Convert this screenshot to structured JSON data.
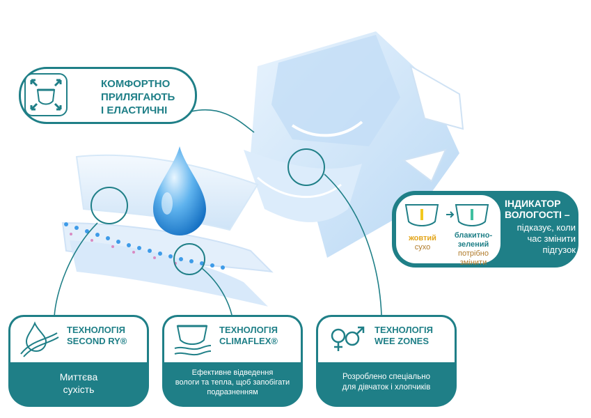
{
  "features": {
    "comfort": {
      "title": [
        "КОМФОРТНО",
        "ПРИЛЯГАЮТЬ",
        "І ЕЛАСТИЧНІ"
      ],
      "icon": "diaper-arrows-icon"
    },
    "indicator": {
      "title": [
        "ІНДИКАТОР",
        "ВОЛОГОСТІ –"
      ],
      "desc": [
        "підказує, коли",
        "час змінити",
        "підгузок"
      ],
      "dry_color_name": "жовтий",
      "dry_state": "сухо",
      "wet_color_name": [
        "блакитно-",
        "зелений"
      ],
      "wet_state": [
        "потрібно",
        "змінити"
      ],
      "icon": "diaper-wetness-indicator-icon"
    },
    "second_dry": {
      "title": [
        "ТЕХНОЛОГІЯ",
        "SECOND RY®"
      ],
      "desc": [
        "Миттєва",
        "сухість"
      ],
      "icon": "droplet-curve-icon"
    },
    "climaflex": {
      "title": [
        "ТЕХНОЛОГІЯ",
        "CLIMAFLEX®"
      ],
      "desc": [
        "Ефективне відведення",
        "вологи та тепла, щоб запобігати",
        "подразненням"
      ],
      "icon": "diaper-airflow-icon"
    },
    "wee_zones": {
      "title": [
        "ТЕХНОЛОГІЯ",
        "WEE ZONES"
      ],
      "desc": [
        "Розроблено спеціально",
        "для дівчаток і хлопчиків"
      ],
      "icon": "gender-symbols-icon"
    }
  },
  "colors": {
    "teal": "#1f7f87",
    "light_blue": "#cfe5f8",
    "yellow": "#f2c81e",
    "dry_text": "#e3a51a",
    "wet_text": "#1f7f87",
    "change_text": "#b07a2a"
  }
}
